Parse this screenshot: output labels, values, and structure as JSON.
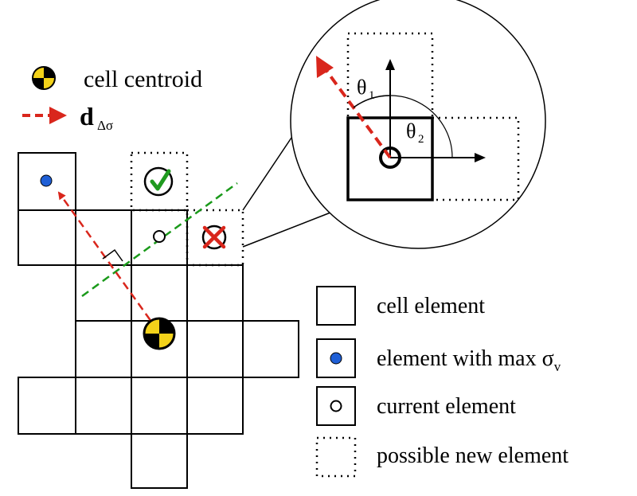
{
  "legend_top": {
    "centroid_label": "cell centroid",
    "direction_symbol": "d",
    "direction_subscript": "Δσ"
  },
  "zoom": {
    "theta1_symbol": "θ",
    "theta1_index": "1",
    "theta2_symbol": "θ",
    "theta2_index": "2"
  },
  "legend_bottom": {
    "cell_element": "cell element",
    "max_element_prefix": "element with max ",
    "max_element_symbol": "σ",
    "max_element_subscript": "v",
    "current_element": "current element",
    "possible_new_element": "possible new element"
  },
  "colors": {
    "line": "#000000",
    "direction_arrow": "#d9261c",
    "separator_line": "#1a9a1a",
    "max_dot": "#1f5fd6",
    "check_mark": "#1f9a1f",
    "cross_mark": "#d9261c",
    "centroid_yellow": "#f3d21a"
  },
  "icons": {
    "centroid": "cell-centroid-icon",
    "accept": "check-mark-icon",
    "reject": "cross-mark-icon"
  }
}
